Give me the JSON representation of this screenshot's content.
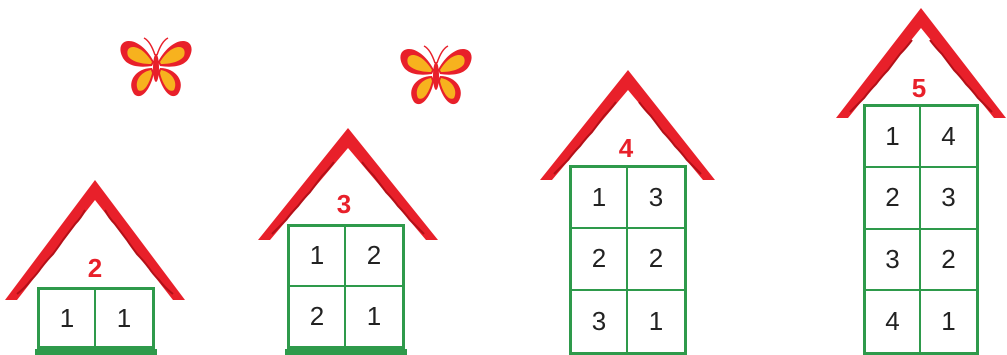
{
  "houses": [
    {
      "number": "2",
      "rows": [
        [
          "1",
          "1"
        ]
      ]
    },
    {
      "number": "3",
      "rows": [
        [
          "1",
          "2"
        ],
        [
          "2",
          "1"
        ]
      ]
    },
    {
      "number": "4",
      "rows": [
        [
          "1",
          "3"
        ],
        [
          "2",
          "2"
        ],
        [
          "3",
          "1"
        ]
      ]
    },
    {
      "number": "5",
      "rows": [
        [
          "1",
          "4"
        ],
        [
          "2",
          "3"
        ],
        [
          "3",
          "2"
        ],
        [
          "4",
          "1"
        ]
      ]
    }
  ],
  "colors": {
    "roof": "#e8202a",
    "frame": "#2e9a4b",
    "number": "#e8202a",
    "butterfly_outer": "#e8202a",
    "butterfly_inner": "#f7b21e"
  },
  "icons": [
    "butterfly-icon",
    "butterfly-icon"
  ]
}
